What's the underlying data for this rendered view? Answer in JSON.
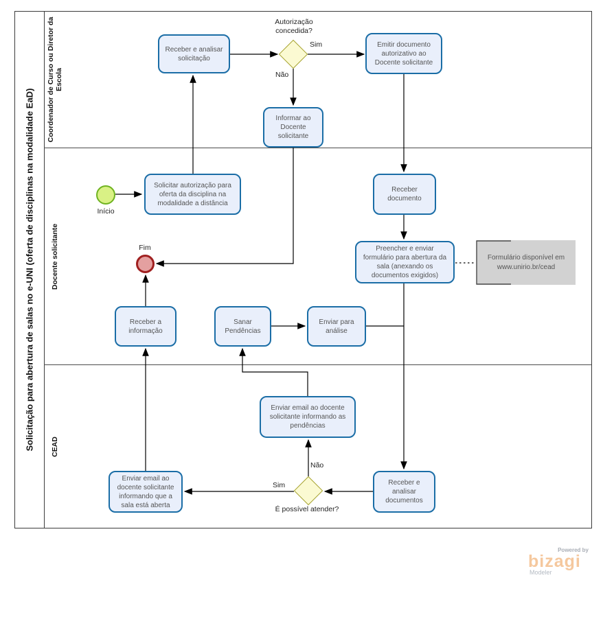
{
  "pool_title": "Solicitação para abertura de salas no e-UNI (oferta de disciplinas na modalidade EaD)",
  "lanes": {
    "lane1": "Coordenador de Curso ou Diretor da Escola",
    "lane2": "Docente  solicitante",
    "lane3": "CEAD"
  },
  "events": {
    "start": "Início",
    "end": "Fim"
  },
  "tasks": {
    "receber_analisar_solicitacao": "Receber  e analisar solicitação",
    "emitir_documento": "Emitir documento autorizativo ao Docente solicitante",
    "informar_docente": "Informar ao Docente solicitante",
    "solicitar_autorizacao": "Solicitar autorização para oferta da disciplina na modalidade a distância",
    "receber_documento": "Receber documento",
    "preencher_enviar": "Preencher e enviar formulário para abertura da sala (anexando os documentos exigidos)",
    "receber_informacao": "Receber a informação",
    "sanar_pendencias": "Sanar Pendências",
    "enviar_analise": "Enviar para análise",
    "enviar_email_pendencias": "Enviar email ao docente solicitante informando as pendências",
    "receber_analisar_documentos": "Receber e analisar documentos",
    "enviar_email_sala_aberta": "Enviar email ao docente solicitante informando que a sala está aberta"
  },
  "gateways": {
    "g1": {
      "question": "Autorização concedida?",
      "yes": "Sim",
      "no": "Não"
    },
    "g2": {
      "question": "É possível atender?",
      "yes": "Sim",
      "no": "Não"
    }
  },
  "annotation": "Formulário disponível em www.unirio.br/cead",
  "logo": {
    "powered": "Powered by",
    "brand": "bizagi",
    "product": "Modeler"
  },
  "colors": {
    "task_fill": "#e9effb",
    "task_border": "#1a6da6",
    "gateway_fill": "#fbfad2",
    "gateway_border": "#a9a636",
    "start_fill": "#d9f185",
    "start_border": "#6fb320",
    "end_fill": "#e4a0a0",
    "end_border": "#a02020",
    "annotation_fill": "#d2d2d2",
    "brand_orange": "#f5c89e"
  }
}
